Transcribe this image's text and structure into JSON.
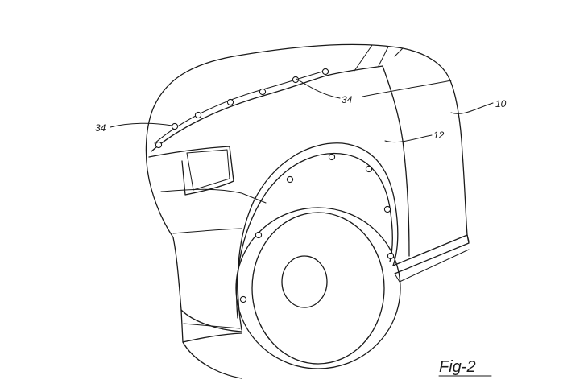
{
  "figure": {
    "caption": "Fig-2",
    "labels": {
      "ref_10": "10",
      "ref_12": "12",
      "ref_34_left": "34",
      "ref_34_right": "34"
    }
  }
}
